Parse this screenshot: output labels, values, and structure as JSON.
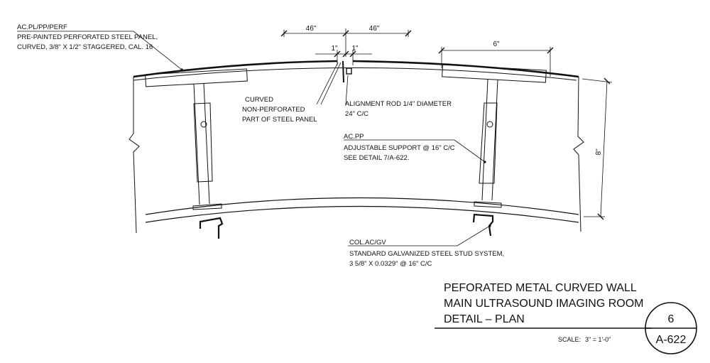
{
  "callouts": {
    "panel": {
      "tag": "AC.PL/PP/PERF",
      "lines": [
        "PRE-PAINTED PERFORATED STEEL PANEL,",
        "CURVED, 3/8\" X 1/2\" STAGGERED, CAL. 16"
      ]
    },
    "curved_part": {
      "lines": [
        "CURVED",
        "NON-PERFORATED",
        "PART OF STEEL PANEL"
      ]
    },
    "alignment_rod": {
      "lines": [
        "ALIGNMENT ROD 1/4\" DIAMETER",
        "24\" C/C"
      ]
    },
    "adjustable_support": {
      "tag": "AC.PP",
      "lines": [
        "ADJUSTABLE SUPPORT @ 16\" C/C",
        "SEE DETAIL 7/A-622."
      ]
    },
    "stud": {
      "tag": "COL.AC/GV",
      "lines": [
        "STANDARD GALVANIZED STEEL STUD SYSTEM,",
        "3 5/8\" X 0.0329\" @ 16\" C/C"
      ]
    }
  },
  "dimensions": {
    "left_span": "46\"",
    "right_span": "46\"",
    "gap_left": "1\"",
    "gap_right": "1\"",
    "plate_width": "6\"",
    "depth": "8\""
  },
  "title_block": {
    "title_lines": [
      "PEFORATED METAL CURVED WALL",
      "MAIN ULTRASOUND IMAGING ROOM",
      "DETAIL – PLAN"
    ],
    "scale_label": "SCALE:",
    "scale_value": "3\" = 1'-0\"",
    "detail_number": "6",
    "sheet_number": "A-622"
  }
}
